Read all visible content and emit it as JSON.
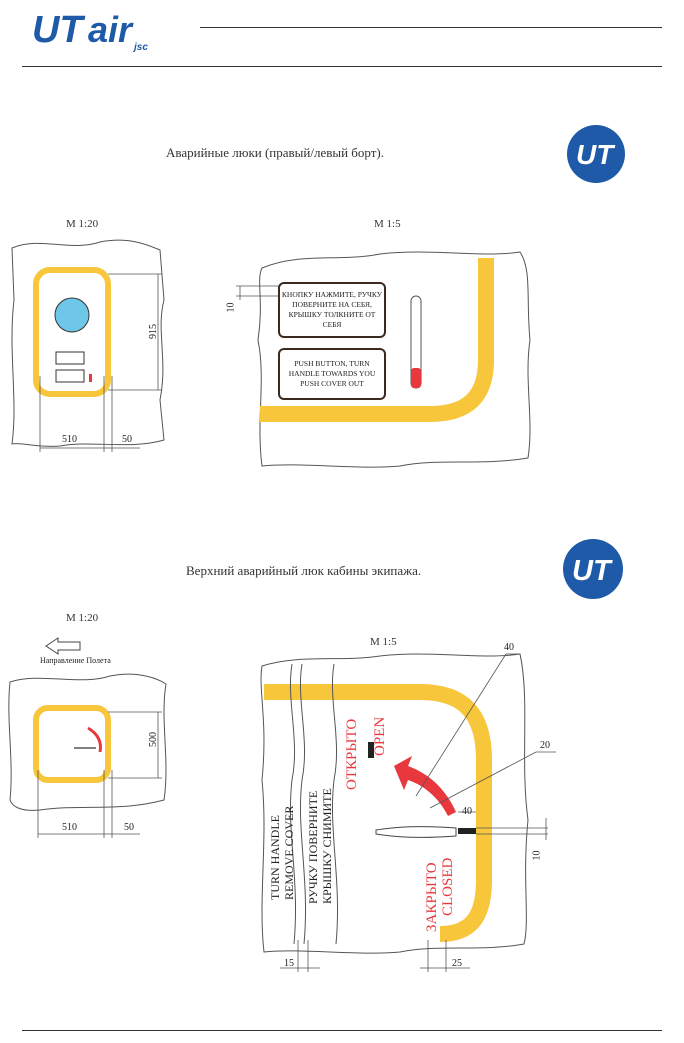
{
  "header": {
    "logo_text": "UTair",
    "logo_sub": "jsc"
  },
  "section1": {
    "title": "Аварийные люки (правый/левый борт).",
    "scale_small": "M 1:20",
    "scale_large": "M 1:5",
    "dim_height": "915",
    "dim_width": "510",
    "dim_gap": "50",
    "dim_ten": "10",
    "label_ru": "КНОПКУ НАЖМИТЕ, РУЧКУ ПОВЕРНИТЕ НА СЕБЯ, КРЫШКУ ТОЛКНИТЕ ОТ СЕБЯ",
    "label_en": "PUSH BUTTON, TURN HANDLE TOWARDS YOU PUSH COVER OUT"
  },
  "section2": {
    "title": "Верхний аварийный люк кабины экипажа.",
    "scale_small": "M 1:20",
    "scale_large": "M 1:5",
    "flight_direction": "Направление Полета",
    "dim_height": "500",
    "dim_width": "510",
    "dim_gap": "50",
    "dim_40a": "40",
    "dim_20": "20",
    "dim_40b": "40",
    "dim_10": "10",
    "dim_15": "15",
    "dim_25": "25",
    "turn_en_1": "TURN HANDLE",
    "turn_en_2": "REMOVE COVER",
    "turn_ru_1": "РУЧКУ ПОВЕРНИТЕ",
    "turn_ru_2": "КРЫШКУ СНИМИТЕ",
    "open_ru": "ОТКРЫТО",
    "open_en": "OPEN",
    "closed_ru": "ЗАКРЫТО",
    "closed_en": "CLOSED"
  },
  "colors": {
    "yellow": "#f7c63a",
    "red": "#e8383d",
    "blue": "#1e5aa8",
    "window": "#6ec6e8"
  }
}
